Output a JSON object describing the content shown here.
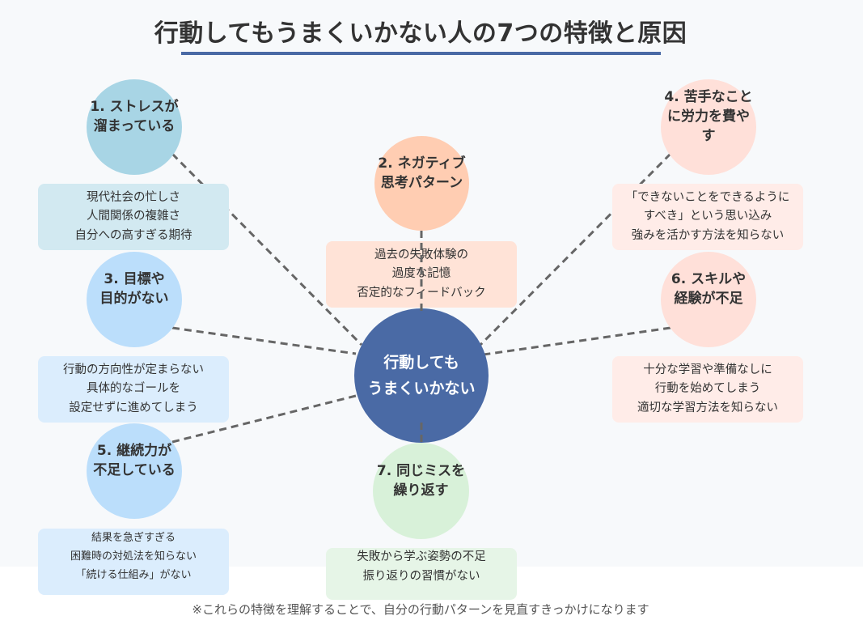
{
  "title": "行動してもうまくいかない人の7つの特徴と原因",
  "center": {
    "label": "行動しても\nうまくいかない",
    "color": "#4a6aa5"
  },
  "features": [
    {
      "id": 1,
      "title": "1. ストレスが\n溜まっている",
      "color": "#a8d5e5",
      "box_color": "#d2e9f1",
      "causes": [
        "現代社会の忙しさ",
        "人間関係の複雑さ",
        "自分への高すぎる期待"
      ]
    },
    {
      "id": 2,
      "title": "2. ネガティブ\n思考パターン",
      "color": "#ffcdb2",
      "box_color": "#ffe3d7",
      "causes": [
        "過去の失敗体験の",
        "過度な記憶",
        "否定的なフィードバック"
      ]
    },
    {
      "id": 3,
      "title": "3. 目標や\n目的がない",
      "color": "#bbdefb",
      "box_color": "#dbedfd",
      "causes": [
        "行動の方向性が定まらない",
        "具体的なゴールを",
        "設定せずに進めてしまう"
      ]
    },
    {
      "id": 4,
      "title": "4. 苦手なこと\nに労力を費やす",
      "color": "#ffe0d9",
      "box_color": "#ffece8",
      "causes": [
        "「できないことをできるように",
        "すべき」という思い込み",
        "強みを活かす方法を知らない"
      ]
    },
    {
      "id": 5,
      "title": "5. 継続力が\n不足している",
      "color": "#bbdefb",
      "box_color": "#dbedfd",
      "causes": [
        "結果を急ぎすぎる",
        "困難時の対処法を知らない",
        "「続ける仕組み」がない"
      ]
    },
    {
      "id": 6,
      "title": "6. スキルや\n経験が不足",
      "color": "#ffe0d9",
      "box_color": "#ffece8",
      "causes": [
        "十分な学習や準備なしに",
        "行動を始めてしまう",
        "適切な学習方法を知らない"
      ]
    },
    {
      "id": 7,
      "title": "7. 同じミスを\n繰り返す",
      "color": "#d8f1d9",
      "box_color": "#e6f5e7",
      "causes": [
        "失敗から学ぶ姿勢の不足",
        "振り返りの習慣がない"
      ]
    }
  ],
  "footer": "※これらの特徴を理解することで、自分の行動パターンを見直すきっかけになります",
  "connector_color": "#666666",
  "title_underline_color": "#4a6aa5"
}
